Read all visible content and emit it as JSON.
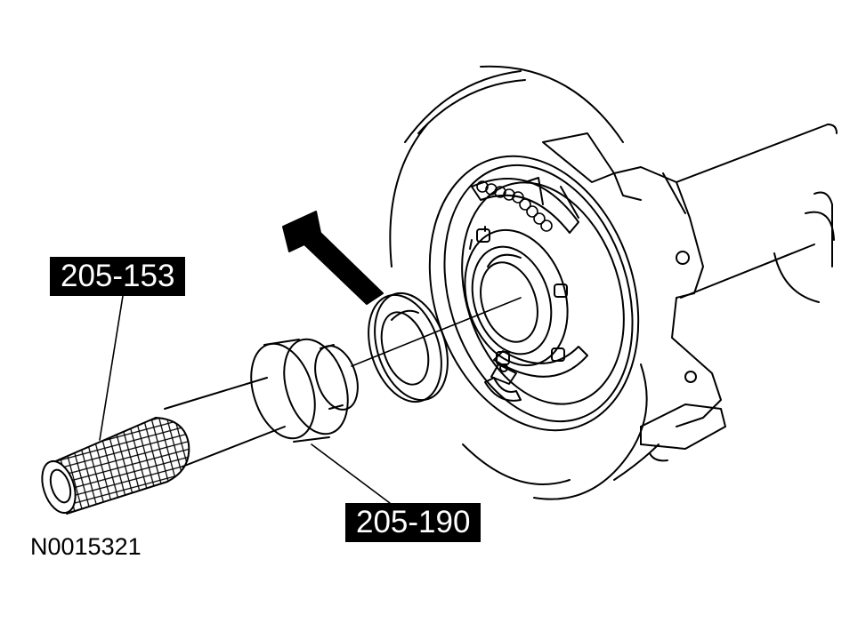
{
  "callouts": {
    "tool_a": "205-153",
    "tool_b": "205-190"
  },
  "figure_id": "N0015321",
  "colors": {
    "ink": "#000000",
    "paper": "#ffffff"
  },
  "icons": [
    "installation-arrow-icon"
  ]
}
